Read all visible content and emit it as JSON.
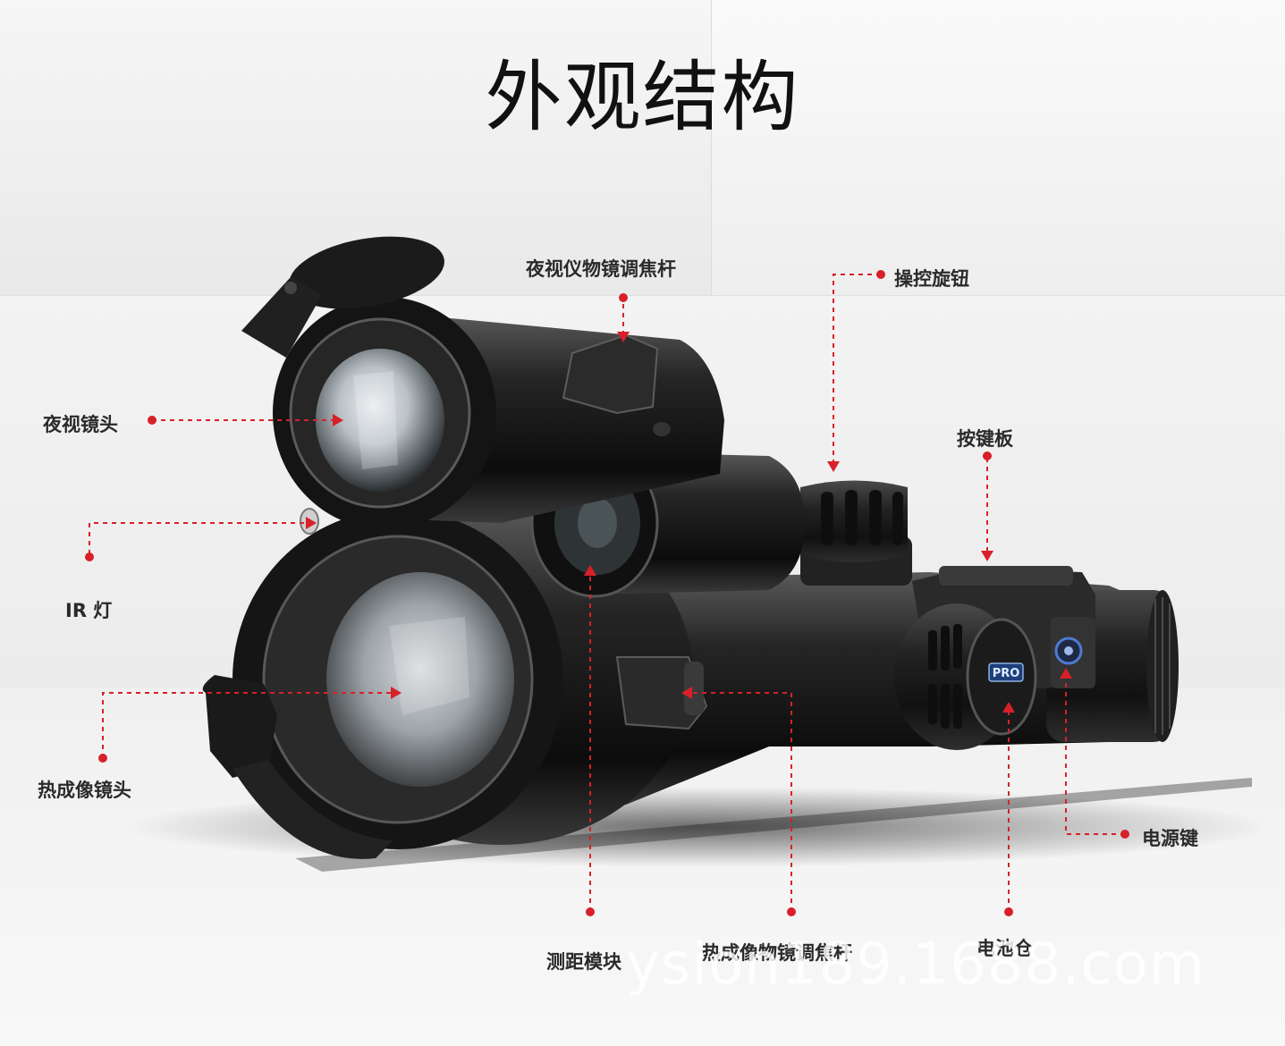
{
  "title": "外观结构",
  "labels": {
    "nv_focus_rod": "夜视仪物镜调焦杆",
    "control_knob": "操控旋钮",
    "nv_lens": "夜视镜头",
    "keypad": "按键板",
    "ir_light": "IR 灯",
    "thermal_lens": "热成像镜头",
    "power_key": "电源键",
    "rangefinder": "测距模块",
    "thermal_focus_rod": "热成像物镜调焦杆",
    "battery_box": "电池仓"
  },
  "device_badge": "PRO",
  "watermark": "ysion189.1688.com",
  "colors": {
    "accent": "#d8202a",
    "background": "#f1f1f1",
    "device": "#1a1a1a"
  }
}
